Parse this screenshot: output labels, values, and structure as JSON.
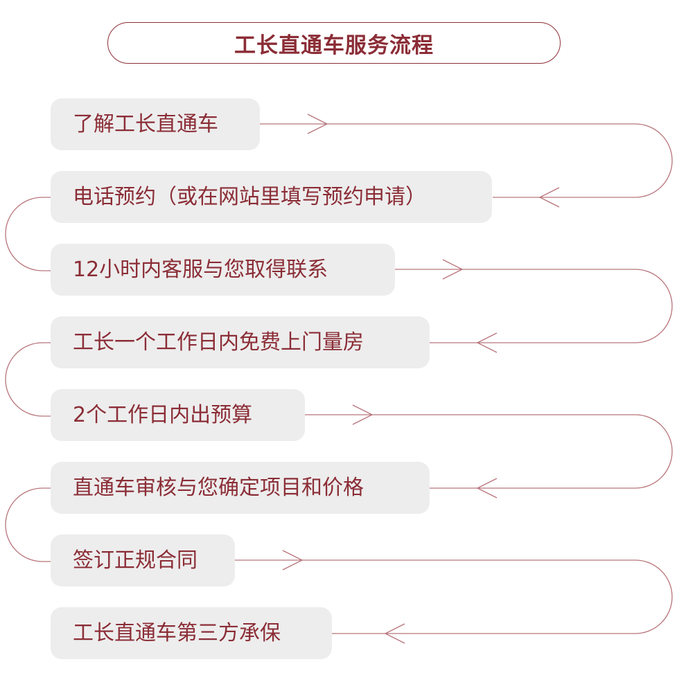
{
  "title": "工长直通车服务流程",
  "steps": [
    {
      "label": "了解工长直通车"
    },
    {
      "label": "电话预约（或在网站里填写预约申请）"
    },
    {
      "label": "12小时内客服与您取得联系"
    },
    {
      "label": "工长一个工作日内免费上门量房"
    },
    {
      "label": "2个工作日内出预算"
    },
    {
      "label": "直通车审核与您确定项目和价格"
    },
    {
      "label": "签订正规合同"
    },
    {
      "label": "工长直通车第三方承保"
    }
  ],
  "colors": {
    "accent": "#8b2d36",
    "step_background": "#ededed",
    "connector_line": "#b7737a"
  }
}
